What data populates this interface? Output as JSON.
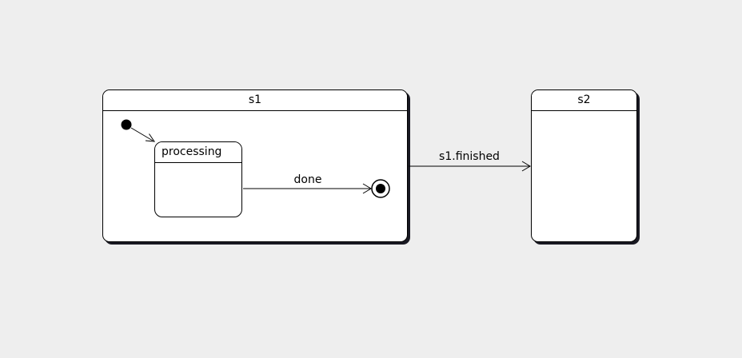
{
  "diagram": {
    "kind": "uml-state-machine",
    "colors": {
      "background": "#eeeeee",
      "state_fill": "#ffffff",
      "line": "#000000",
      "shadow": "#191922"
    },
    "states": {
      "s1": {
        "label": "s1",
        "kind": "composite"
      },
      "s2": {
        "label": "s2",
        "kind": "composite"
      },
      "processing": {
        "label": "processing",
        "kind": "simple",
        "parent": "s1"
      }
    },
    "pseudostates": {
      "initial": {
        "icon": "initial-state-dot",
        "parent": "s1"
      },
      "final": {
        "icon": "final-state-bullseye",
        "parent": "s1"
      }
    },
    "transitions": {
      "initial_to_processing": {
        "label": ""
      },
      "processing_to_final": {
        "label": "done"
      },
      "s1_to_s2": {
        "label": "s1.finished"
      }
    }
  }
}
